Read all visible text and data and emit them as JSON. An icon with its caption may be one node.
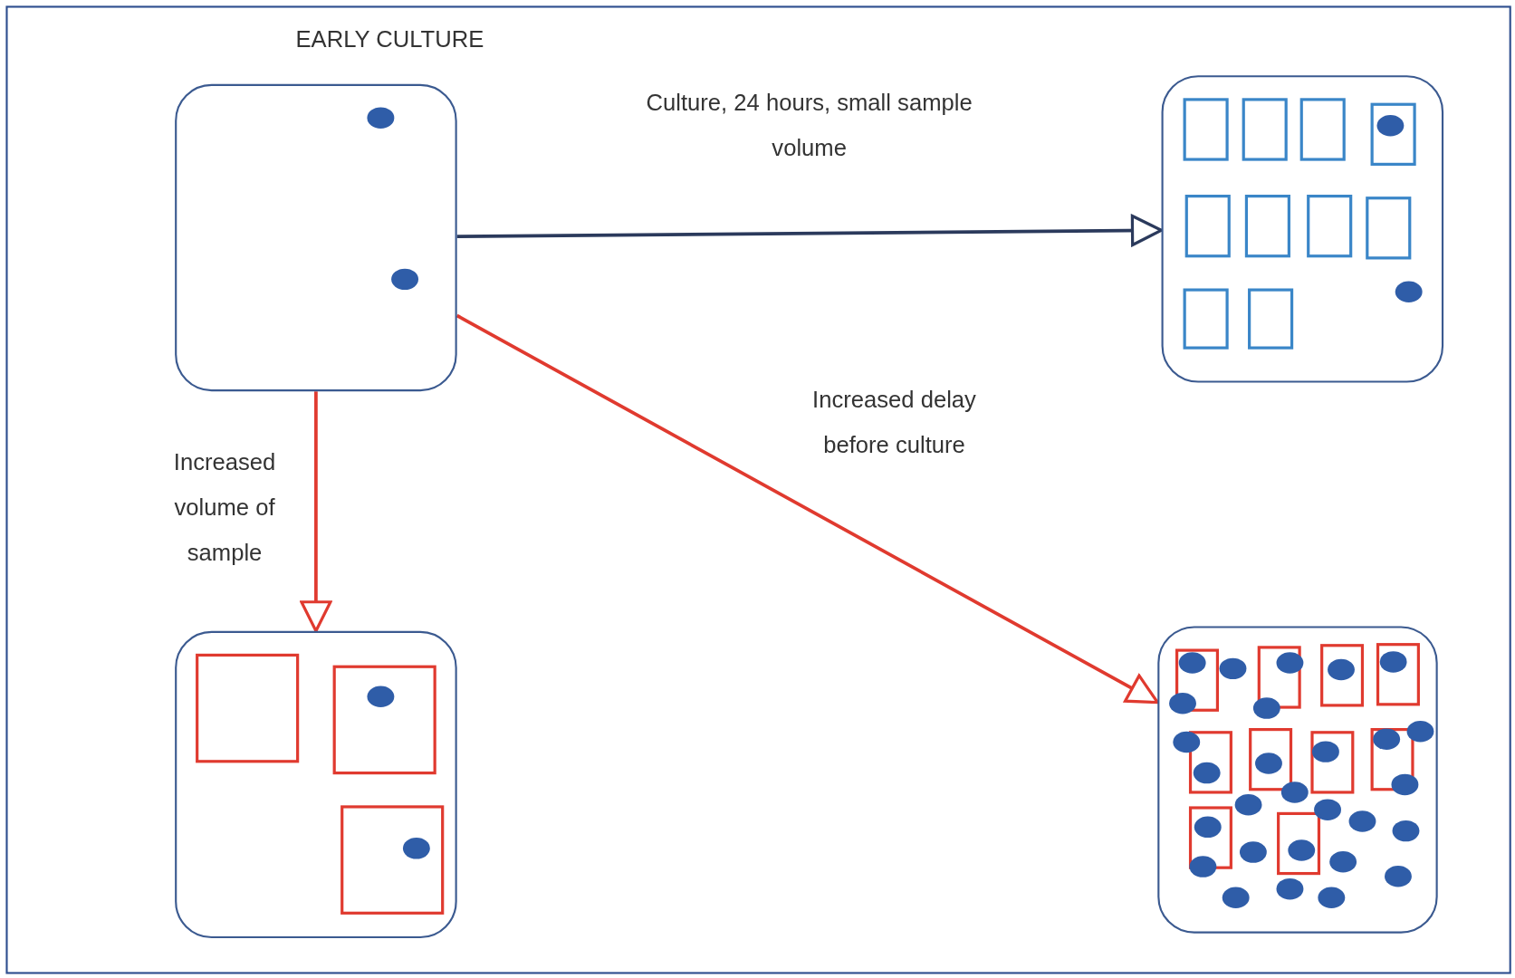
{
  "diagram": {
    "nodes": [
      {
        "text": [
          "EARLY CULTURE"
        ]
      },
      {
        "text": [],
        "shape": "box"
      },
      {
        "text": [],
        "shape": "box"
      },
      {
        "text": [],
        "shape": "box"
      }
    ],
    "edges": [
      {
        "from": 0,
        "to": 1,
        "arrow": "to",
        "label": "Culture, 24 hours, small sample volume",
        "color": "#2b3a5c"
      },
      {
        "from": 0,
        "to": 2,
        "arrow": "to",
        "label": "Increased volume of sample"
      },
      {
        "from": 0,
        "to": 3,
        "arrow": "to",
        "label": "Increased delay before culture"
      }
    ]
  }
}
